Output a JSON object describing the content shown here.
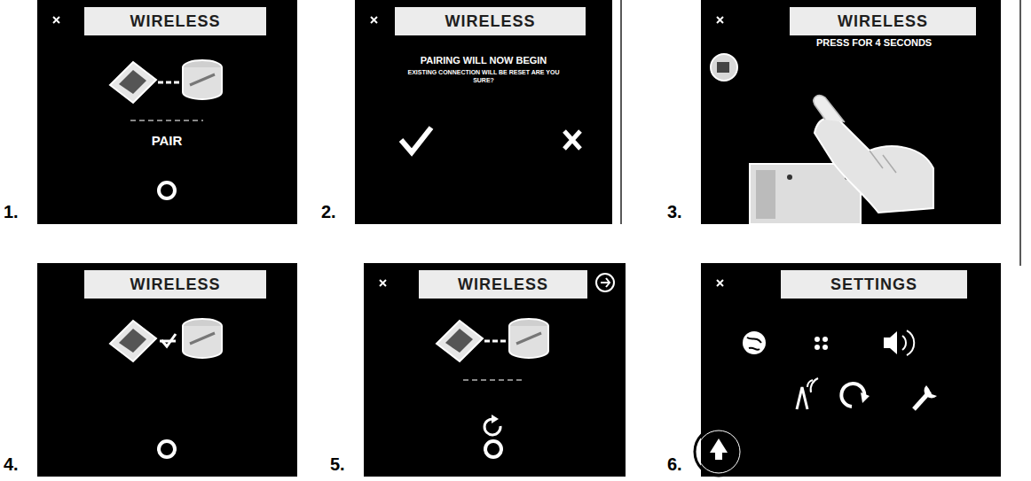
{
  "diagram": {
    "nodes": [
      {
        "text": [
          "1.",
          "PAIR"
        ]
      },
      {
        "text": [
          "WIRELESS"
        ],
        "in": 0
      },
      {
        "text": [
          "2.",
          "PAIRING WILL NOW BEGIN",
          "EXISTING CONNECTION WILL BE RESET ARE YOU SURE?"
        ]
      },
      {
        "text": [
          "WIRELESS"
        ],
        "in": 2
      },
      {
        "text": [
          "3.",
          "PRESS FOR 4 SECONDS"
        ]
      },
      {
        "text": [
          "WIRELESS"
        ],
        "in": 4
      },
      {
        "text": [
          "4."
        ]
      },
      {
        "text": [
          "WIRELESS"
        ],
        "in": 6
      },
      {
        "text": [
          "5."
        ]
      },
      {
        "text": [
          "WIRELESS"
        ],
        "in": 8
      },
      {
        "text": [
          "6."
        ]
      },
      {
        "text": [
          "SETTINGS"
        ],
        "in": 10
      }
    ]
  }
}
